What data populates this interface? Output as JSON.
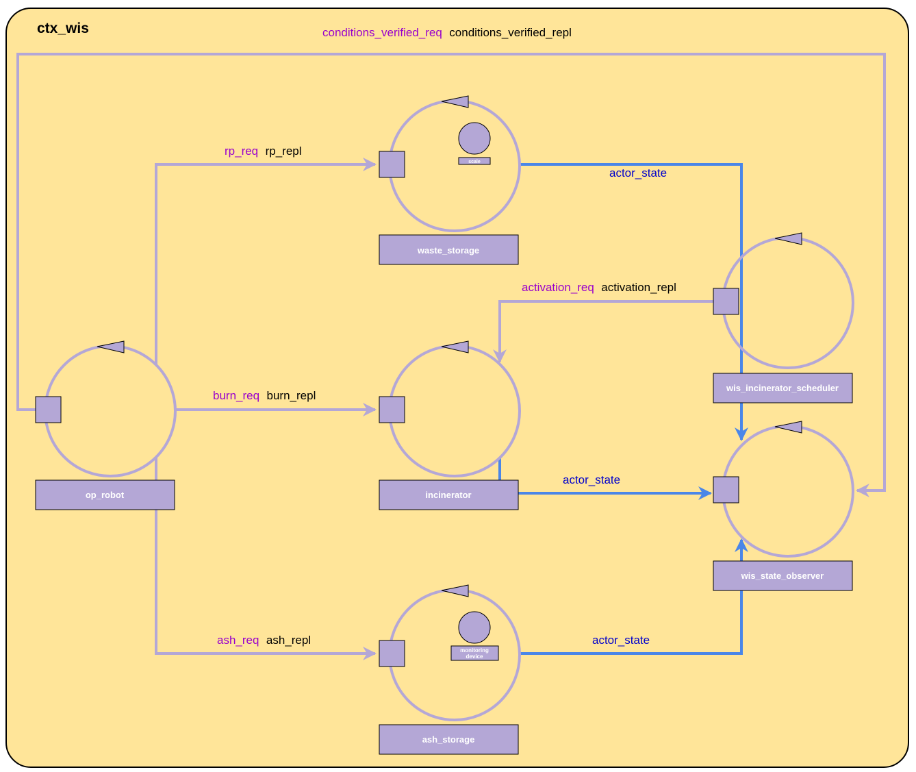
{
  "context": {
    "name": "ctx_wis",
    "background": "#ffe599"
  },
  "colors": {
    "actor": "#b4a7d6",
    "state_line": "#4a86e8",
    "request": "#9900cc",
    "reply": "#000000",
    "state_label": "#0000cc"
  },
  "actors": {
    "waste_storage": "waste_storage",
    "incinerator": "incinerator",
    "op_robot": "op_robot",
    "ash_storage": "ash_storage",
    "scheduler": "wis_incinerator_scheduler",
    "observer": "wis_state_observer"
  },
  "devices": {
    "scale": "scale",
    "monitoring_1": "monitoring",
    "monitoring_2": "device"
  },
  "messages": {
    "conditions": {
      "req": "conditions_verified_req",
      "repl": "conditions_verified_repl"
    },
    "rp": {
      "req": "rp_req",
      "repl": "rp_repl"
    },
    "burn": {
      "req": "burn_req",
      "repl": "burn_repl"
    },
    "ash": {
      "req": "ash_req",
      "repl": "ash_repl"
    },
    "activation": {
      "req": "activation_req",
      "repl": "activation_repl"
    },
    "state_waste": "actor_state",
    "state_incinerator": "actor_state",
    "state_ash": "actor_state"
  }
}
